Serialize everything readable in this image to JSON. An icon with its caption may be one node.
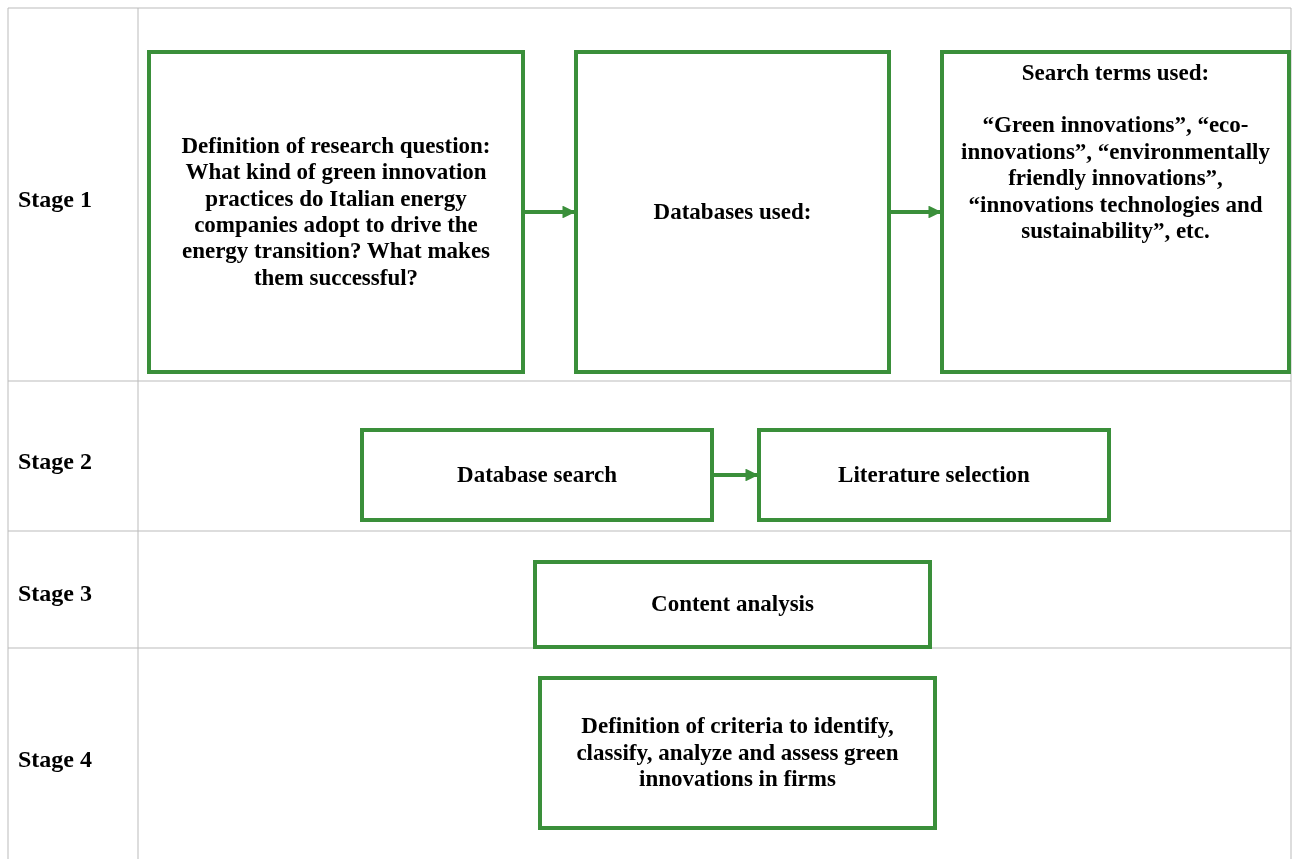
{
  "diagram": {
    "nodes": [
      {
        "text": [
          "Definition of research question:",
          "What kind of green innovation practices do Italian energy companies adopt to drive the energy transition? What makes them successful?"
        ]
      },
      {
        "text": [
          "Databases used:"
        ]
      },
      {
        "text": [
          "Search terms used:",
          "“Green innovations”, “eco-innovations”, “environmentally friendly innovations”, “innovations technologies and sustainability”, etc."
        ]
      },
      {
        "text": [
          "Database search"
        ]
      },
      {
        "text": [
          "Literature selection"
        ]
      },
      {
        "text": [
          "Content analysis"
        ]
      },
      {
        "text": [
          "Definition of criteria to identify, classify, analyze and assess green innovations in firms"
        ]
      }
    ],
    "edges": [
      {
        "from": 0,
        "to": 1,
        "arrow": "to"
      },
      {
        "from": 1,
        "to": 2,
        "arrow": "to"
      },
      {
        "from": 3,
        "to": 4,
        "arrow": "to"
      }
    ],
    "labels": [
      "Stage 1",
      "Stage 2",
      "Stage 3",
      "Stage 4"
    ]
  }
}
